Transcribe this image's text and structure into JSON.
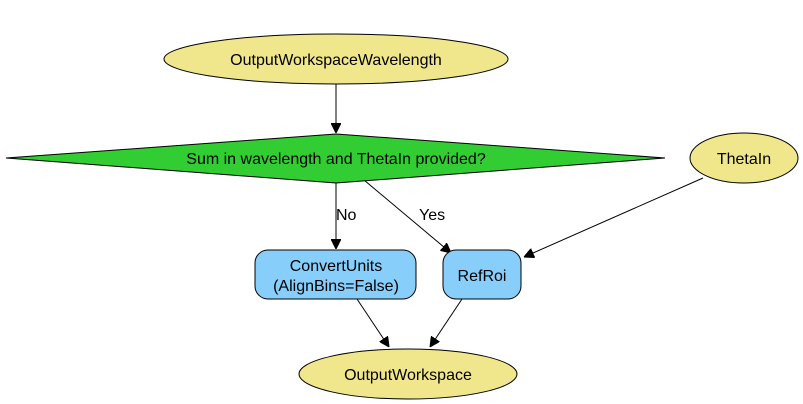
{
  "colors": {
    "io_fill": "#f0e68c",
    "decision_fill": "#32cd32",
    "algorithm_fill": "#87cefa",
    "stroke": "#000000"
  },
  "nodes": {
    "output_workspace_wavelength": {
      "label": "OutputWorkspaceWavelength"
    },
    "decision": {
      "label": "Sum in wavelength and ThetaIn provided?"
    },
    "theta_in": {
      "label": "ThetaIn"
    },
    "convert_units": {
      "line1": "ConvertUnits",
      "line2": "(AlignBins=False)"
    },
    "ref_roi": {
      "label": "RefRoi"
    },
    "output_workspace": {
      "label": "OutputWorkspace"
    }
  },
  "edges": {
    "no_label": "No",
    "yes_label": "Yes"
  }
}
